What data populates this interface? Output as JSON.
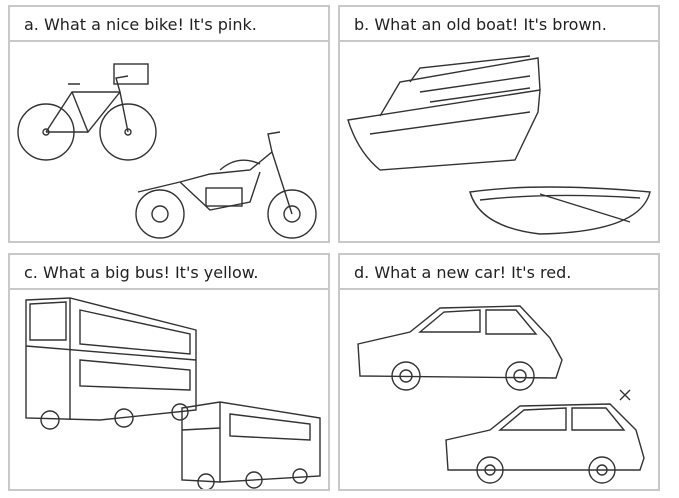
{
  "panels": [
    {
      "caption": "a. What a nice bike! It's pink.",
      "images": [
        "bicycle",
        "motorcycle"
      ]
    },
    {
      "caption": "b. What an old boat! It's brown.",
      "images": [
        "yacht",
        "rowboat"
      ]
    },
    {
      "caption": "c. What a big bus! It's yellow.",
      "images": [
        "double-decker-bus",
        "school-bus"
      ]
    },
    {
      "caption": "d. What a new car! It's red.",
      "images": [
        "old-car",
        "new-car"
      ]
    }
  ]
}
